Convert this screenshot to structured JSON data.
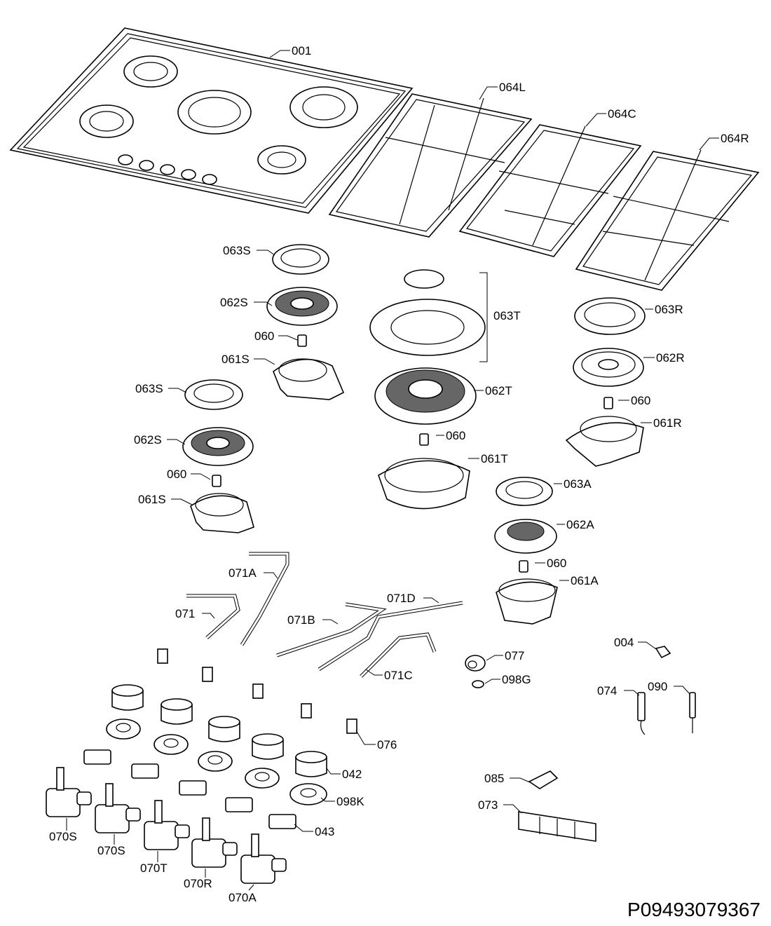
{
  "document_code": "P09493079367",
  "labels": {
    "hob": "001",
    "grid_left": "064L",
    "grid_center": "064C",
    "grid_right": "064R",
    "cap_s_top": "063S",
    "crown_s_top": "062S",
    "injector_s_top": "060",
    "base_s_top": "061S",
    "cap_s_bottom": "063S",
    "crown_s_bottom": "062S",
    "injector_s_bottom": "060",
    "base_s_bottom": "061S",
    "cap_t": "063T",
    "crown_t": "062T",
    "injector_t": "060",
    "base_t": "061T",
    "cap_r": "063R",
    "crown_r": "062R",
    "injector_r": "060",
    "base_r": "061R",
    "cap_a": "063A",
    "crown_a": "062A",
    "injector_a": "060",
    "base_a": "061A",
    "pipe_071a": "071A",
    "pipe_071": "071",
    "pipe_071b": "071B",
    "pipe_071c": "071C",
    "pipe_071d": "071D",
    "elbow": "077",
    "gasket": "098G",
    "clip": "004",
    "ignition_plug": "074",
    "thermocouple": "090",
    "bracket": "076",
    "knob": "042",
    "knob_ring": "098K",
    "microswitch": "043",
    "tap_s1": "070S",
    "tap_s2": "070S",
    "tap_t": "070T",
    "tap_r": "070R",
    "tap_a": "070A",
    "holder": "085",
    "ignition_unit": "073"
  }
}
